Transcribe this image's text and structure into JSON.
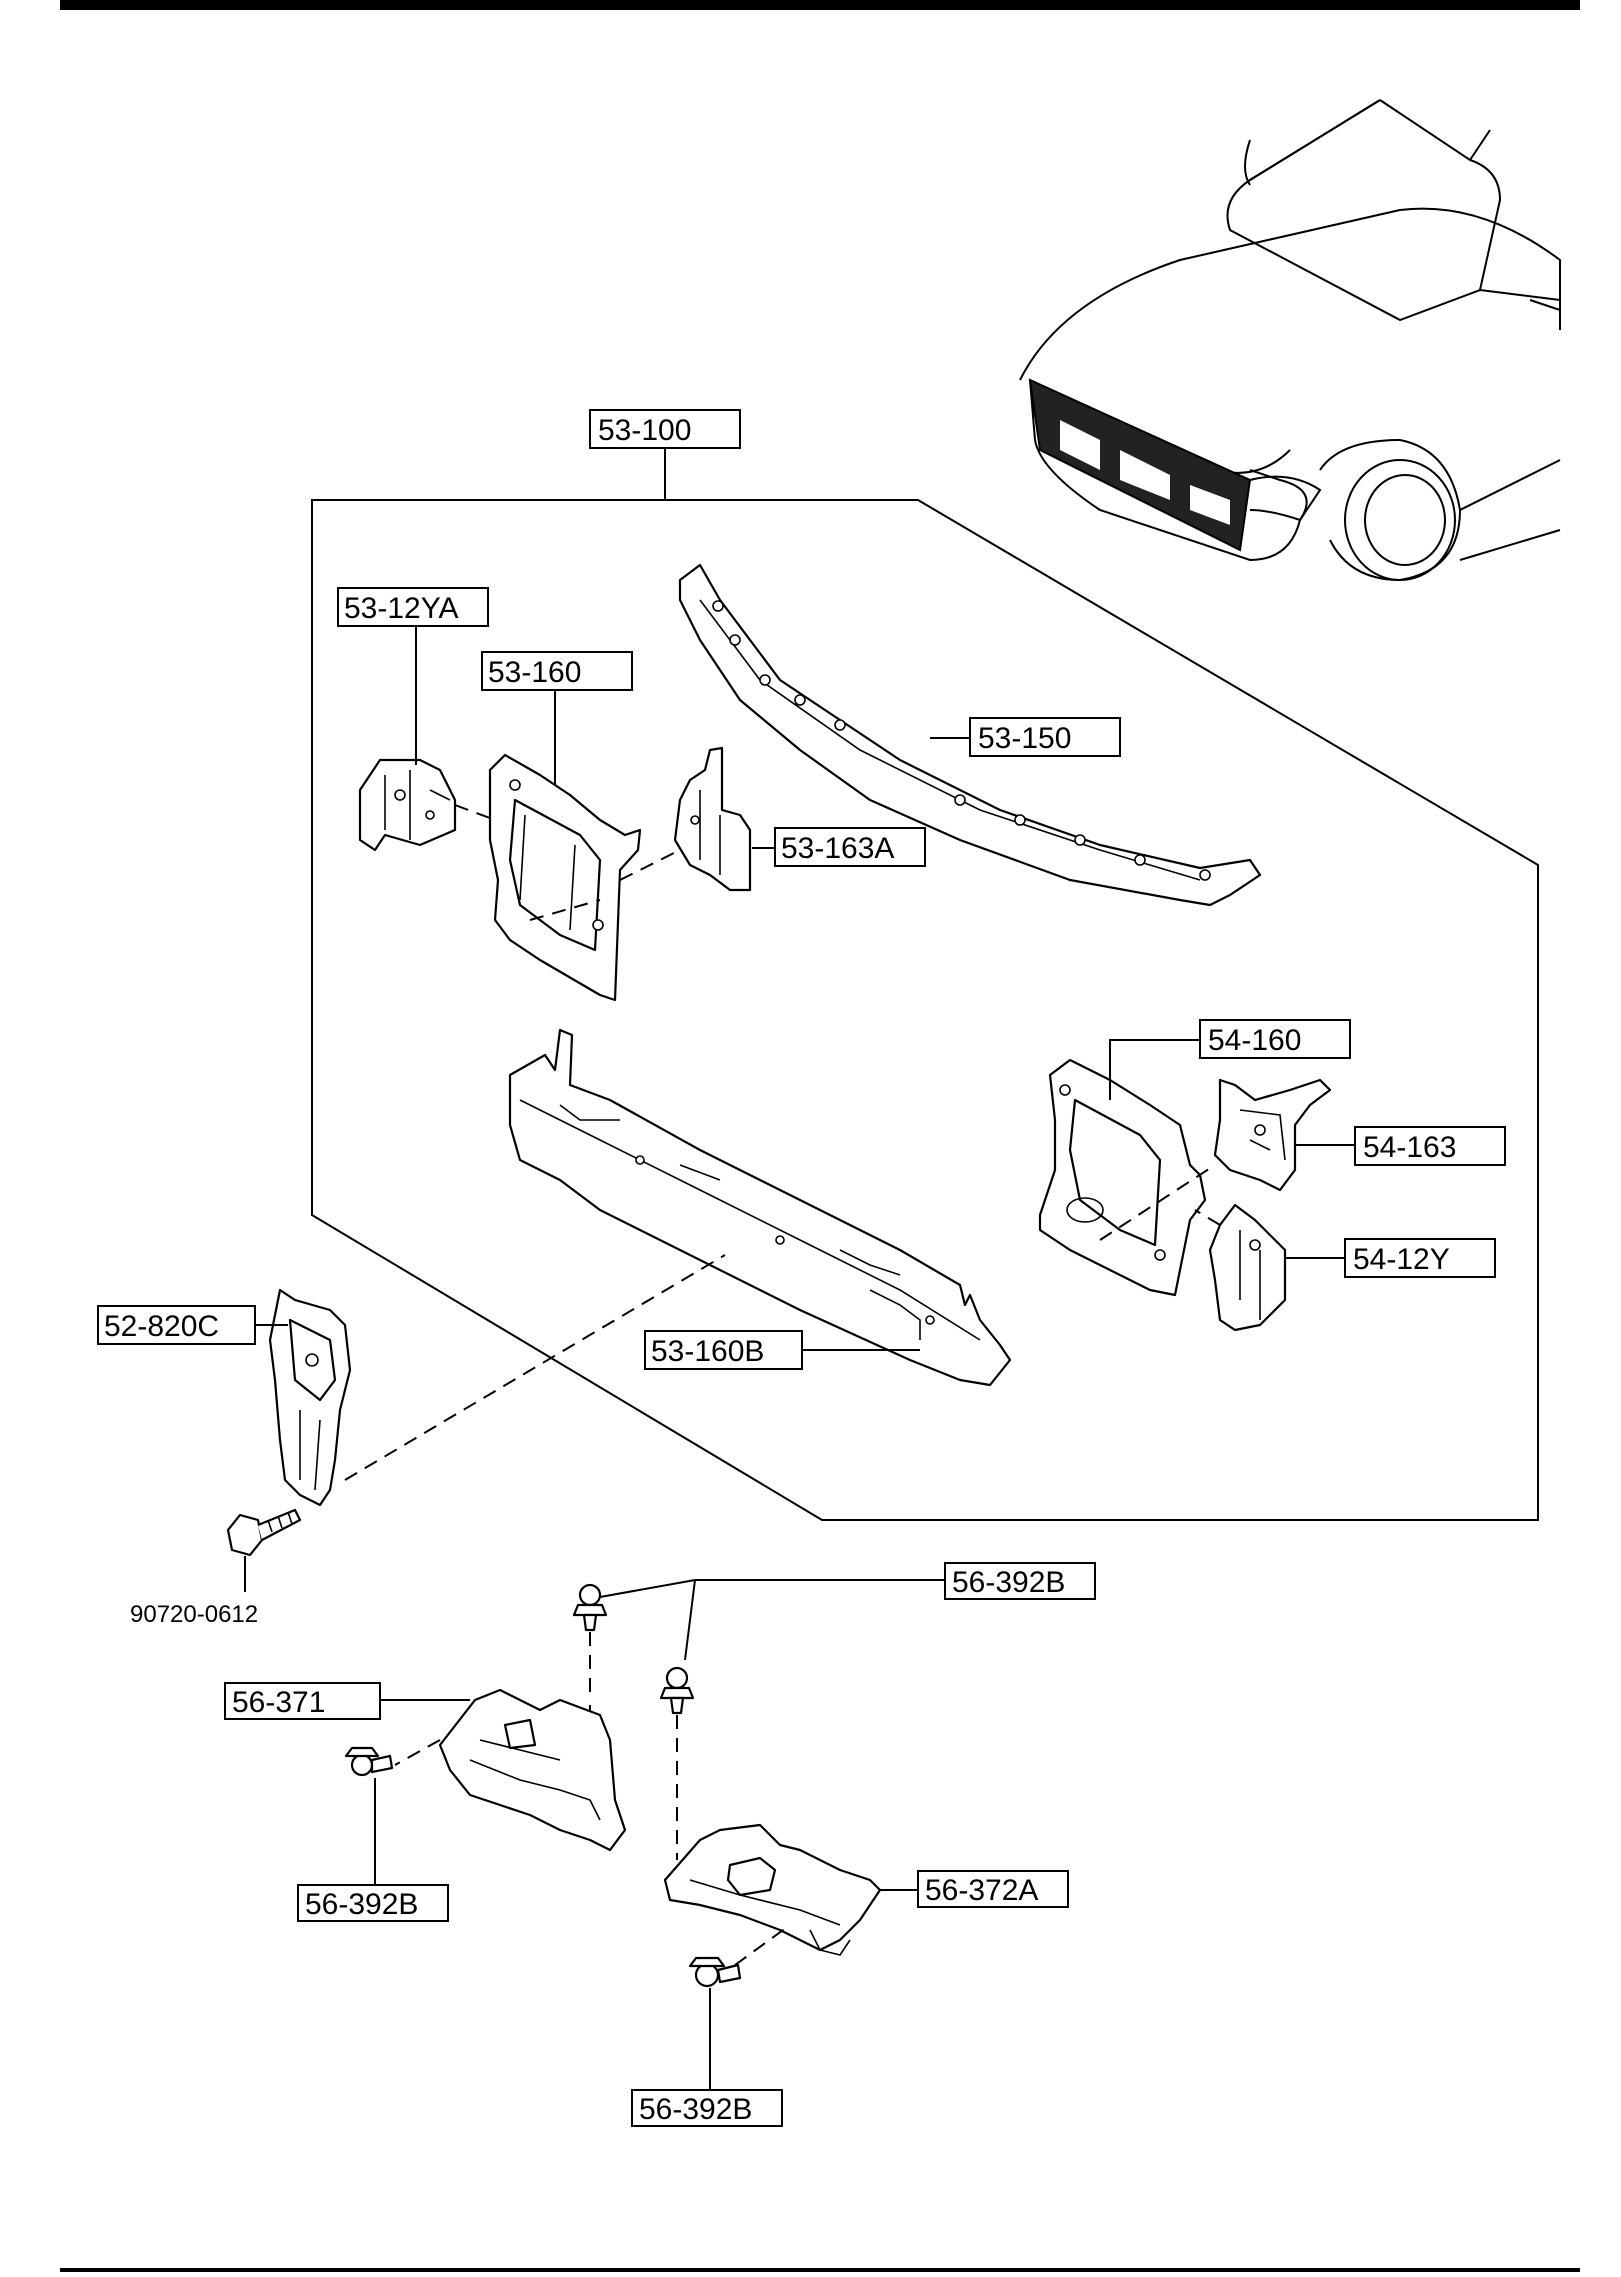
{
  "callouts": {
    "c53_100": "53-100",
    "c53_12YA": "53-12YA",
    "c53_160": "53-160",
    "c53_150": "53-150",
    "c53_163A": "53-163A",
    "c54_160": "54-160",
    "c54_163": "54-163",
    "c54_12Y": "54-12Y",
    "c52_820C": "52-820C",
    "c53_160B": "53-160B",
    "c56_392B_top": "56-392B",
    "c56_371": "56-371",
    "c56_392B_left": "56-392B",
    "c56_372A": "56-372A",
    "c56_392B_bottom": "56-392B"
  },
  "bolt_part_number": "90720-0612"
}
